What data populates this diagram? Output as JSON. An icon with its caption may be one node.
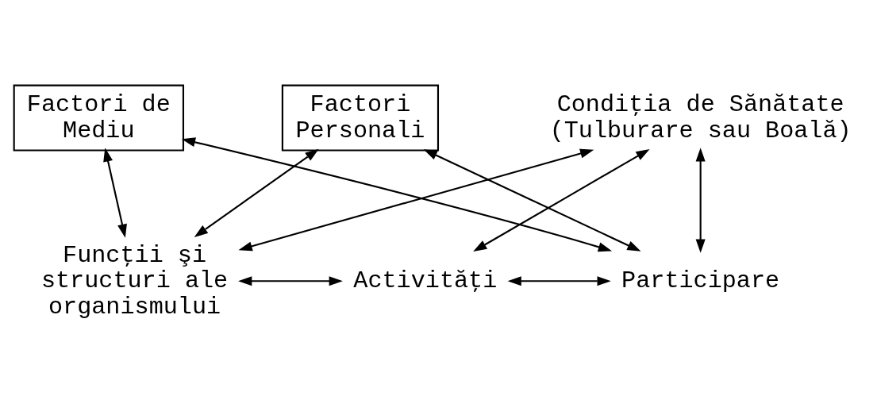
{
  "diagram": {
    "nodes": [
      {
        "text": [
          "Condiţia de Sănătate (Tulburare sau Boală)"
        ]
      },
      {
        "text": [
          "Funcţii şi structuri ale organismului"
        ]
      },
      {
        "text": [
          "Activităţi"
        ]
      },
      {
        "text": [
          "Participare"
        ]
      },
      {
        "text": [
          "Factori de Mediu"
        ]
      },
      {
        "text": [
          "Factori Personali"
        ]
      }
    ],
    "edges": [
      {
        "from": 0,
        "to": 1,
        "arrow": "both"
      },
      {
        "from": 0,
        "to": 2,
        "arrow": "both"
      },
      {
        "from": 0,
        "to": 3,
        "arrow": "both"
      },
      {
        "from": 1,
        "to": 2,
        "arrow": "both"
      },
      {
        "from": 2,
        "to": 3,
        "arrow": "both"
      },
      {
        "from": 4,
        "to": 1,
        "arrow": "both"
      },
      {
        "from": 4,
        "to": 3,
        "arrow": "both"
      },
      {
        "from": 5,
        "to": 1,
        "arrow": "both"
      },
      {
        "from": 5,
        "to": 3,
        "arrow": "both"
      }
    ]
  }
}
